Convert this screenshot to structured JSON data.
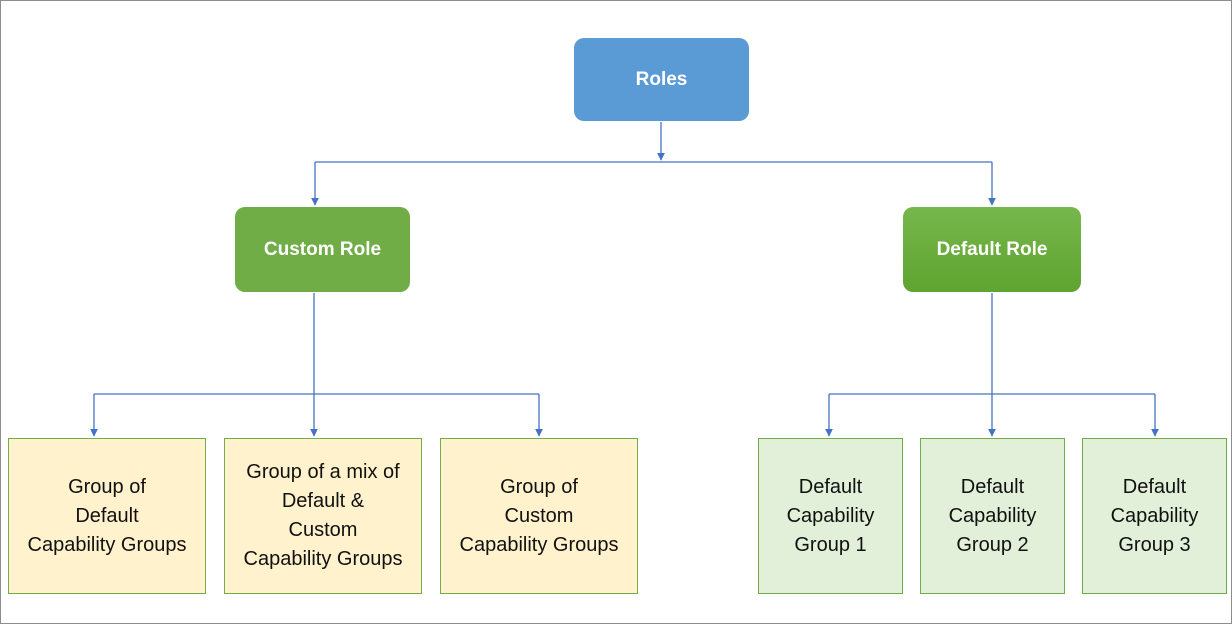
{
  "diagram": {
    "root": {
      "label": "Roles"
    },
    "branches": [
      {
        "label": "Custom Role",
        "children": [
          {
            "label": "Group of\nDefault\nCapability Groups"
          },
          {
            "label": "Group of a mix of\nDefault &\nCustom\nCapability Groups"
          },
          {
            "label": "Group of\nCustom\nCapability Groups"
          }
        ]
      },
      {
        "label": "Default Role",
        "children": [
          {
            "label": "Default\nCapability\nGroup 1"
          },
          {
            "label": "Default\nCapability\nGroup 2"
          },
          {
            "label": "Default\nCapability\nGroup 3"
          }
        ]
      }
    ]
  },
  "colors": {
    "root_fill": "#5b9bd5",
    "role_fill": "#70ad47",
    "custom_leaf_fill": "#fff2cc",
    "default_leaf_fill": "#e2f0d9",
    "connector": "#4472c4"
  }
}
